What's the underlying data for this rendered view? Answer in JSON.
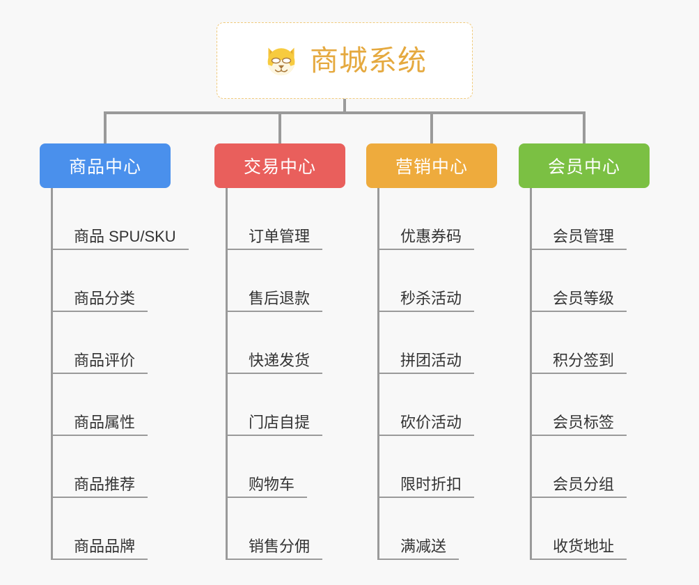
{
  "root": {
    "title": "商城系统",
    "icon": "shiba-dog-icon",
    "title_color": "#e5a93f",
    "border_color": "#f0c97a",
    "background": "#ffffff"
  },
  "canvas": {
    "background": "#f8f8f8",
    "connector_color": "#9a9a9a"
  },
  "branches": [
    {
      "label": "商品中心",
      "color": "#4a90ec",
      "items": [
        "商品 SPU/SKU",
        "商品分类",
        "商品评价",
        "商品属性",
        "商品推荐",
        "商品品牌"
      ]
    },
    {
      "label": "交易中心",
      "color": "#e95f5c",
      "items": [
        "订单管理",
        "售后退款",
        "快递发货",
        "门店自提",
        "购物车",
        "销售分佣"
      ]
    },
    {
      "label": "营销中心",
      "color": "#eeab3d",
      "items": [
        "优惠券码",
        "秒杀活动",
        "拼团活动",
        "砍价活动",
        "限时折扣",
        "满减送"
      ]
    },
    {
      "label": "会员中心",
      "color": "#7bc043",
      "items": [
        "会员管理",
        "会员等级",
        "积分签到",
        "会员标签",
        "会员分组",
        "收货地址"
      ]
    }
  ]
}
